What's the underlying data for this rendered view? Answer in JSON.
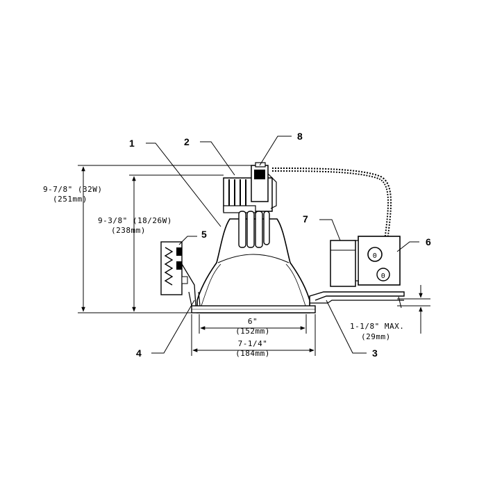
{
  "callouts": {
    "c1": "1",
    "c2": "2",
    "c3": "3",
    "c4": "4",
    "c5": "5",
    "c6": "6",
    "c7": "7",
    "c8": "8"
  },
  "dimensions": {
    "overall_height_in": "9-7/8\" (32W)",
    "overall_height_mm": "(251mm)",
    "reflector_height_in": "9-3/8\" (18/26W)",
    "reflector_height_mm": "(238mm)",
    "aperture_in": "6\"",
    "aperture_mm": "(152mm)",
    "trim_in": "7-1/4\"",
    "trim_mm": "(184mm)",
    "ceiling_max_in": "1-1/8\" MAX.",
    "ceiling_max_mm": "(29mm)"
  },
  "colors": {
    "line": "#000000",
    "background": "#ffffff"
  }
}
